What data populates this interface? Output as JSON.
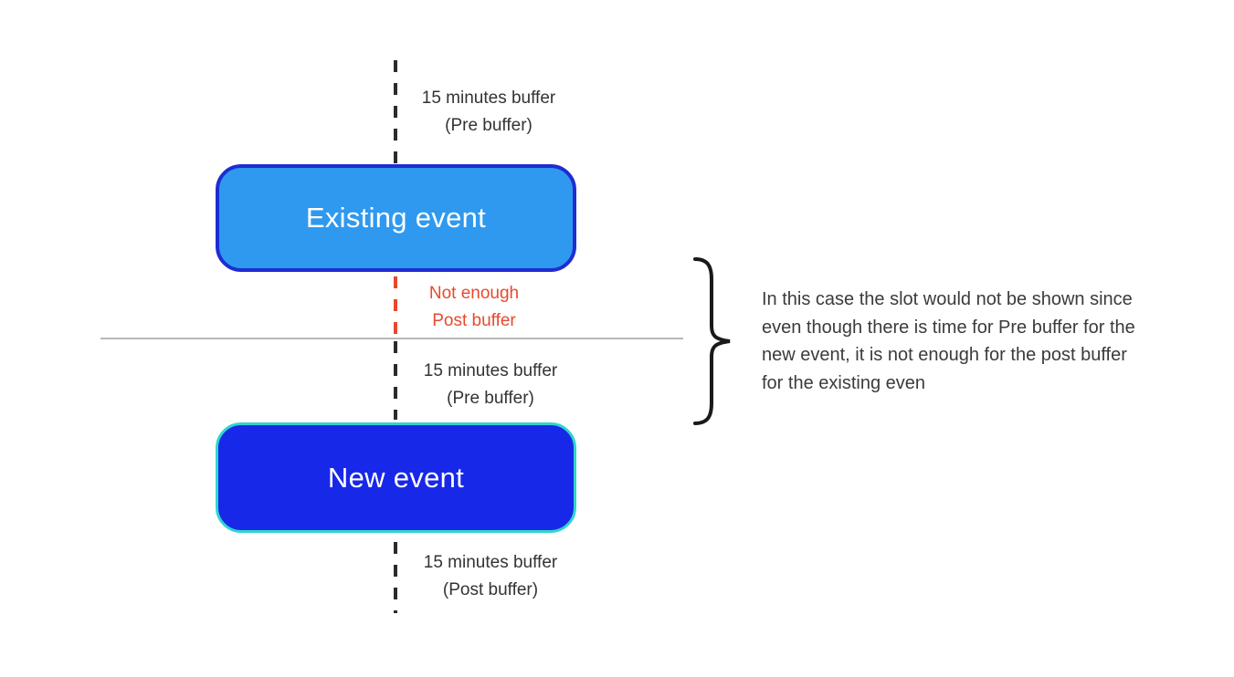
{
  "diagram": {
    "pre_buffer_top": {
      "line1": "15 minutes buffer",
      "line2": "(Pre buffer)"
    },
    "existing_event": {
      "label": "Existing event",
      "fill": "#2f99ef",
      "border": "#1e2dd2",
      "text_color": "#ffffff"
    },
    "not_enough_warning": {
      "line1": "Not enough",
      "line2": "Post buffer",
      "color": "#e8492e"
    },
    "pre_buffer_new": {
      "line1": "15 minutes buffer",
      "line2": "(Pre buffer)"
    },
    "new_event": {
      "label": "New event",
      "fill": "#1828e8",
      "border": "#30d5cd",
      "text_color": "#ffffff"
    },
    "post_buffer_bottom": {
      "line1": "15 minutes buffer",
      "line2": "(Post buffer)"
    },
    "annotation": "In this case the slot would not be shown since even though there is time for Pre buffer for the new event, it is not enough for the post buffer for the existing even",
    "colors": {
      "dashed_line": "#2b2b2b",
      "divider_line": "#b8b8b8",
      "brace": "#1a1a1a",
      "label_text": "#333333"
    }
  }
}
